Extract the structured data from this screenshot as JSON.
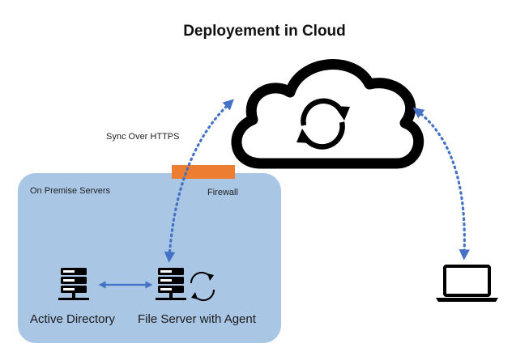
{
  "diagram": {
    "title": "Deployement in Cloud",
    "premise_label": "On Premise Servers",
    "sync_label": "Sync Over HTTPS",
    "firewall_label": "Firewall",
    "nodes": {
      "active_directory": "Active Directory",
      "file_server": "File Server with Agent"
    },
    "icons": [
      "cloud-sync-icon",
      "server-icon",
      "sync-icon",
      "laptop-icon"
    ],
    "colors": {
      "premise_fill": "#a9c6e5",
      "firewall": "#ed7d31",
      "arrow": "#4472c4",
      "icon": "#000000"
    }
  }
}
